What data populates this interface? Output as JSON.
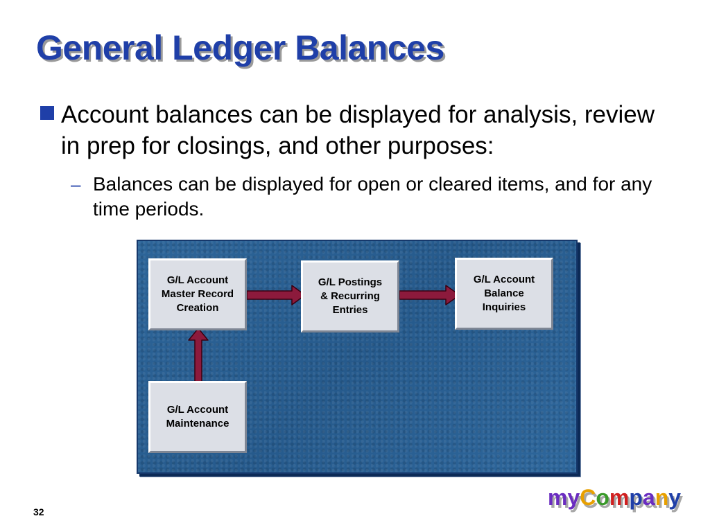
{
  "slide": {
    "title": "General Ledger Balances",
    "page_number": "32"
  },
  "bullets": {
    "level1_text": "Account balances can be displayed for analysis, review in prep for closings, and other purposes:",
    "level2_marker": "–",
    "level2_text": "Balances can be displayed for open or cleared items, and for any time periods."
  },
  "diagram": {
    "nodes": {
      "master_record": "G/L Account\nMaster Record\nCreation",
      "postings": "G/L Postings\n& Recurring\nEntries",
      "balance_inquiries": "G/L Account\nBalance\nInquiries",
      "maintenance": "G/L Account\nMaintenance"
    },
    "colors": {
      "panel": "#2a5f93",
      "node": "#dcdfe6",
      "arrow": "#8c1a3c",
      "bullet": "#1f3fa8"
    }
  },
  "logo": {
    "letters": [
      "m",
      "y",
      "C",
      "o",
      "m",
      "p",
      "a",
      "n",
      "y"
    ],
    "colors": [
      "#6a2cc0",
      "#6a2cc0",
      "#e8a000",
      "#3a9a2a",
      "#d02020",
      "#1f3fa8",
      "#6a2cc0",
      "#e8a000",
      "#1f3fa8"
    ]
  }
}
